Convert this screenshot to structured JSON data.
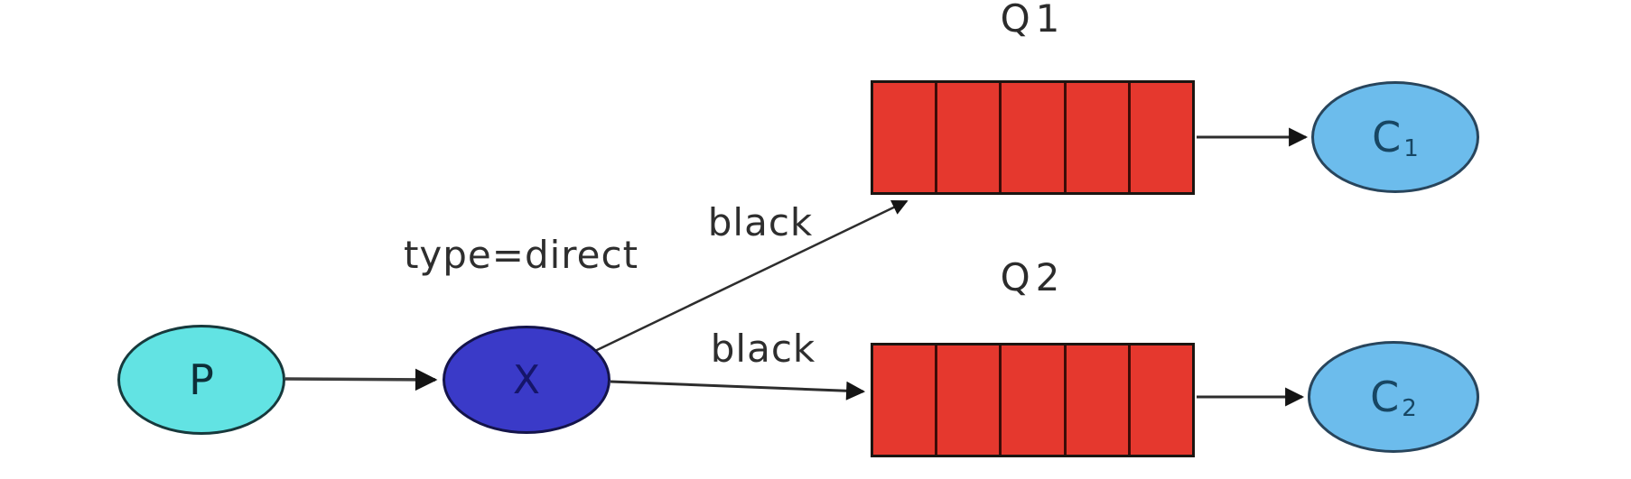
{
  "diagram": {
    "producer": {
      "label": "P"
    },
    "exchange": {
      "label": "X",
      "type_label": "type=direct"
    },
    "bindings": [
      {
        "from": "X",
        "to": "Q1",
        "label": "black"
      },
      {
        "from": "X",
        "to": "Q2",
        "label": "black"
      }
    ],
    "queues": [
      {
        "label": "Q1",
        "slots": 5
      },
      {
        "label": "Q2",
        "slots": 5
      }
    ],
    "consumers": [
      {
        "label_main": "C",
        "label_sub": "1"
      },
      {
        "label_main": "C",
        "label_sub": "2"
      }
    ],
    "colors": {
      "background": "#ffffff",
      "producer-fill": "#62e3e3",
      "exchange-fill": "#3a3ac8",
      "consumer-fill": "#6cbcec",
      "queue-fill": "#e5382e",
      "edge": "#2d2d2d"
    }
  }
}
